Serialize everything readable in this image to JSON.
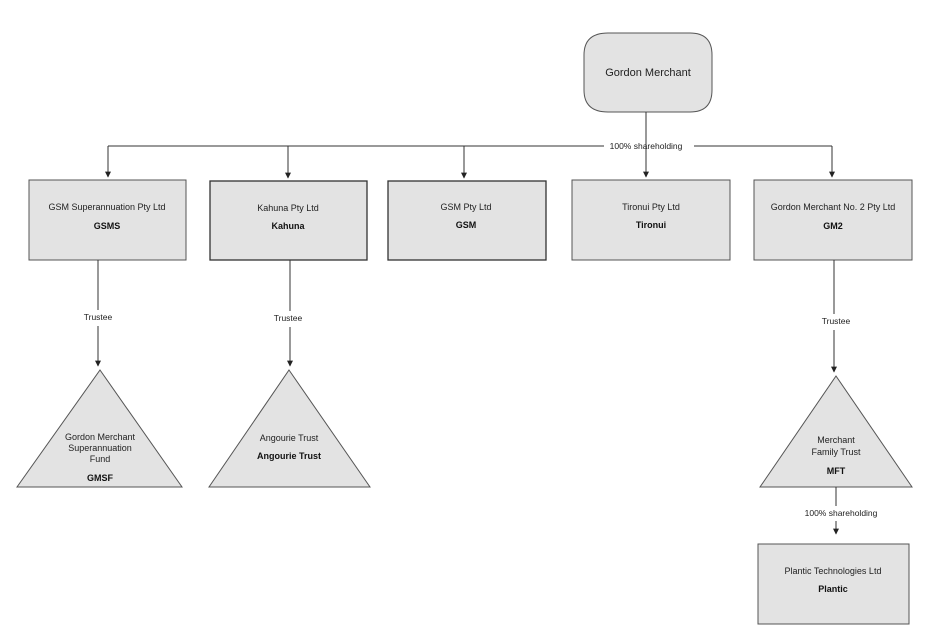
{
  "root": {
    "label": "Gordon Merchant"
  },
  "edges": {
    "top_shareholding": "100% shareholding",
    "trustee_gsms": "Trustee",
    "trustee_kahuna": "Trustee",
    "trustee_gm2": "Trustee",
    "mft_shareholding": "100% shareholding"
  },
  "companies": [
    {
      "id": "gsms",
      "name": "GSM Superannuation Pty Ltd",
      "code": "GSMS"
    },
    {
      "id": "kahuna",
      "name": "Kahuna Pty Ltd",
      "code": "Kahuna"
    },
    {
      "id": "gsm",
      "name": "GSM Pty Ltd",
      "code": "GSM"
    },
    {
      "id": "tironui",
      "name": "Tironui Pty Ltd",
      "code": "Tironui"
    },
    {
      "id": "gm2",
      "name": "Gordon Merchant No. 2 Pty Ltd",
      "code": "GM2"
    }
  ],
  "trusts": [
    {
      "id": "gmsf",
      "name_lines": [
        "Gordon Merchant",
        "Superannuation",
        "Fund"
      ],
      "code": "GMSF"
    },
    {
      "id": "angourie",
      "name_lines": [
        "Angourie Trust"
      ],
      "code": "Angourie Trust"
    },
    {
      "id": "mft",
      "name_lines": [
        "Merchant",
        "Family Trust"
      ],
      "code": "MFT"
    }
  ],
  "subsidiary": {
    "name": "Plantic Technologies Ltd",
    "code": "Plantic"
  }
}
